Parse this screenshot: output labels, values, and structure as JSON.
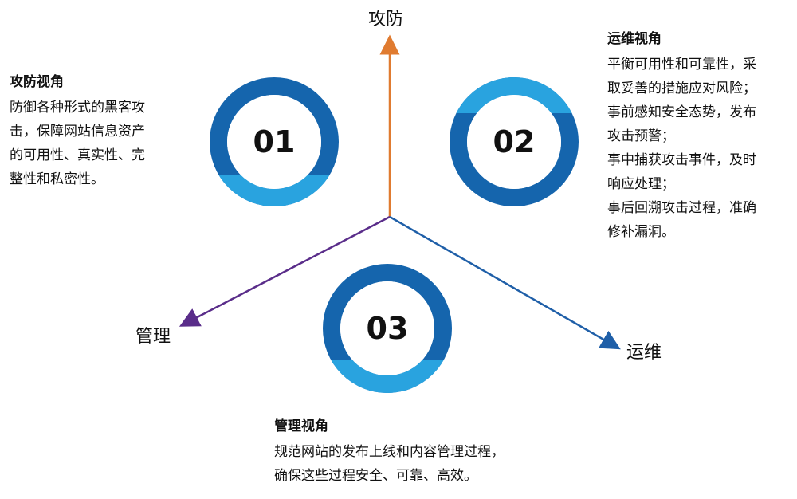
{
  "axes": {
    "top": "攻防",
    "left": "管理",
    "right": "运维"
  },
  "rings": [
    {
      "number": "01"
    },
    {
      "number": "02"
    },
    {
      "number": "03"
    }
  ],
  "blocks": {
    "attack_defense": {
      "title": "攻防视角",
      "lines": [
        "防御各种形式的黑客攻",
        "击，保障网站信息资产",
        "的可用性、真实性、完",
        "整性和私密性。"
      ]
    },
    "operations": {
      "title": "运维视角",
      "lines": [
        "平衡可用性和可靠性，采",
        "取妥善的措施应对风险；",
        "事前感知安全态势，发布",
        "攻击预警；",
        "事中捕获攻击事件，及时",
        "响应处理；",
        "事后回溯攻击过程，准确",
        "修补漏洞。"
      ]
    },
    "management": {
      "title": "管理视角",
      "lines": [
        "规范网站的发布上线和内容管理过程，",
        "确保这些过程安全、可靠、高效。"
      ]
    }
  },
  "colors": {
    "ring_dark": "#1565ad",
    "ring_light": "#29a3df",
    "arrow_top": "#e07b30",
    "arrow_left": "#5a2d8a",
    "arrow_right": "#1f5fa8"
  }
}
